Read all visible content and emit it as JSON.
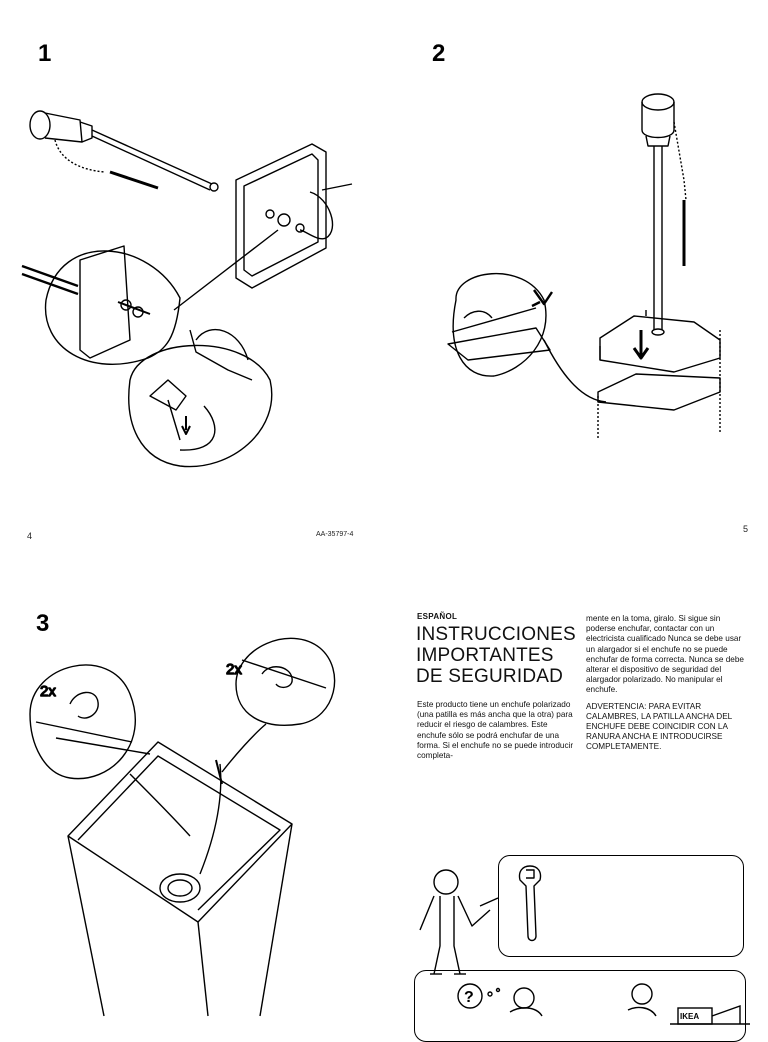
{
  "pages": {
    "left_top_page_number": "4",
    "right_top_page_number": "5",
    "document_code": "AA-35797-4"
  },
  "steps": [
    {
      "number": "1"
    },
    {
      "number": "2"
    },
    {
      "number": "3",
      "callout_left_count": "2x",
      "callout_right_count": "2x"
    }
  ],
  "safety": {
    "language": "ESPAÑOL",
    "title_lines": [
      "INSTRUCCIONES",
      "IMPORTANTES",
      "DE SEGURIDAD"
    ],
    "column1_text": "Este producto tiene un enchufe polarizado (una patilla es más ancha que la otra) para reducir el riesgo de calambres. Este enchufe sólo se podrá enchufar de una forma. Si el enchufe no se puede introducir completa-",
    "column2_text": "mente en la toma, giralo. Si sigue sin poderse enchufar, contactar con un electricista cualificado Nunca se debe usar un alargador si el enchufe no se puede enchufar de forma correcta. Nunca se debe alterar el dispositivo de seguridad del alargador polarizado. No manipular el enchufe.",
    "warning_text": "ADVERTENCIA: PARA EVITAR CALAMBRES, LA PATILLA ANCHA DEL ENCHUFE DEBE COINCIDIR CON LA RANURA ANCHA E INTRODUCIRSE COMPLETAMENTE."
  },
  "help_panel": {
    "question_mark": "?",
    "store_sign": "IKEA"
  }
}
